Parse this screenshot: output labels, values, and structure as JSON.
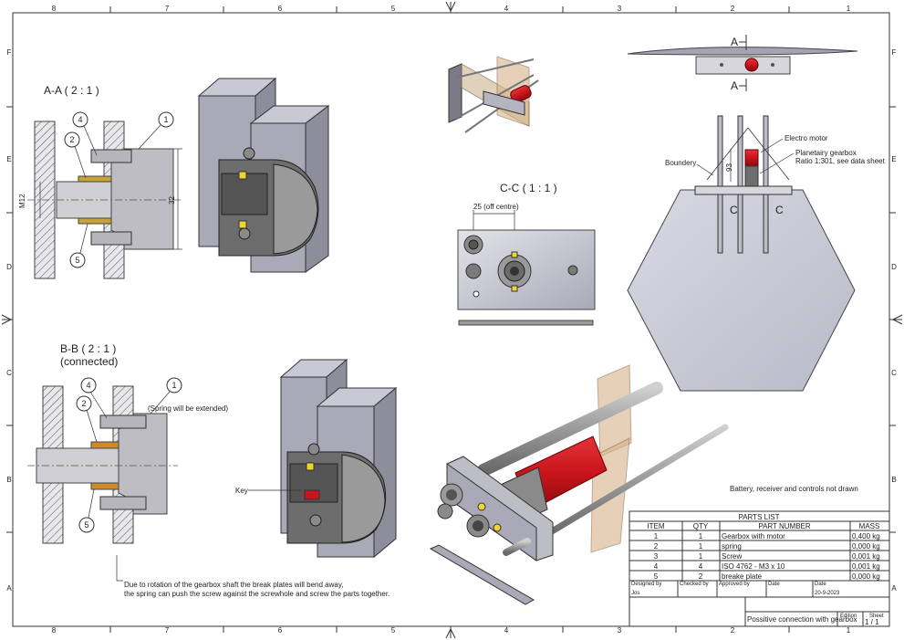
{
  "frame": {
    "columns": [
      "8",
      "7",
      "6",
      "5",
      "4",
      "3",
      "2",
      "1"
    ],
    "rows": [
      "F",
      "E",
      "D",
      "C",
      "B",
      "A"
    ]
  },
  "views": {
    "aa_title": "A-A ( 2 : 1 )",
    "bb_title": "B-B ( 2 : 1 )",
    "bb_subtitle": "(connected)",
    "cc_title": "C-C ( 1 : 1 )",
    "section_a": "A",
    "section_c": "C"
  },
  "dimensions": {
    "m12": "M12",
    "d32": "32",
    "d93": "93",
    "off_centre": "25 (off centre)"
  },
  "balloons": [
    "1",
    "2",
    "4",
    "5"
  ],
  "notes": {
    "spring_extended": "(Spring will be extended)",
    "key": "Key",
    "boundery": "Boundery",
    "electro_motor": "Electro motor",
    "planetairy_gearbox": "Planetairy gearbox",
    "ratio": "Ratio 1:301, see data sheet",
    "battery": "Battery, receiver and controls not drawn",
    "rotation_line1": "Due to rotation of the gearbox shaft the break plates will bend away,",
    "rotation_line2": "the spring can push the screw against the screwhole and screw the parts together."
  },
  "parts_list": {
    "title": "PARTS LIST",
    "headers": [
      "ITEM",
      "QTY",
      "PART NUMBER",
      "MASS"
    ],
    "rows": [
      [
        "1",
        "1",
        "Gearbox with motor",
        "0,400 kg"
      ],
      [
        "2",
        "1",
        "spring",
        "0,000 kg"
      ],
      [
        "3",
        "1",
        "Screw",
        "0,001 kg"
      ],
      [
        "4",
        "4",
        "ISO 4762 - M3 x 10",
        "0,001 kg"
      ],
      [
        "5",
        "2",
        "breake plate",
        "0,000 kg"
      ]
    ]
  },
  "title_block": {
    "designed_by_label": "Designed by",
    "designed_by": "Jos",
    "checked_by_label": "Checked by",
    "approved_by_label": "Approved by",
    "date_label": "Date",
    "date2_label": "Date",
    "date": "20-9-2023",
    "title": "Possitive connection with gearbox",
    "edition_label": "Edition",
    "sheet_label": "Sheet",
    "sheet": "1 / 1"
  },
  "colors": {
    "motor_red": "#c8141a",
    "plate_grey": "#8e8e98",
    "part_dark": "#5a5a5a",
    "hexagon_fill": "#c9cad6",
    "wing_tan": "#d6b48a"
  }
}
